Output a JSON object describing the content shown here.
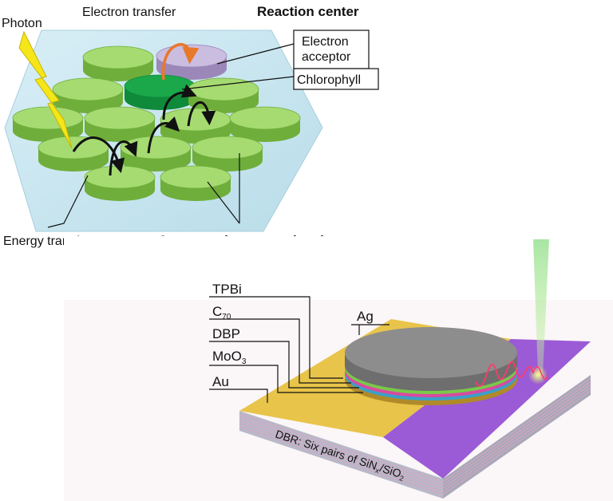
{
  "photosynthesis": {
    "photon": "Photon",
    "electron_transfer": "Electron transfer",
    "reaction_center": "Reaction center",
    "electron_acceptor_line1": "Electron",
    "electron_acceptor_line2": "acceptor",
    "chlorophyll": "Chlorophyll",
    "energy_transfer": "Energy transfer",
    "antenna": "Antenna pigment molecules"
  },
  "device": {
    "tpbi": "TPBi",
    "c70_base": "C",
    "c70_sub": "70",
    "dbp": "DBP",
    "moo3_base": "MoO",
    "moo3_sub": "3",
    "au": "Au",
    "ag": "Ag",
    "dbr_prefix": "DBR: Six pairs of SiN",
    "dbr_sub": "x",
    "dbr_suffix": "/SiO",
    "dbr_sub2": "2"
  },
  "colors": {
    "disk_green": "#9ed66a",
    "chlorophyll": "#1aa84a",
    "acceptor": "#c8b8dc",
    "hex_bg": "#cfe9f3",
    "electron_arrow": "#e8782a",
    "photon_bolt": "#f5e61a",
    "gold": "#e8c44a",
    "purple": "#9b5ad6",
    "ag_gray": "#8d8d8d"
  }
}
